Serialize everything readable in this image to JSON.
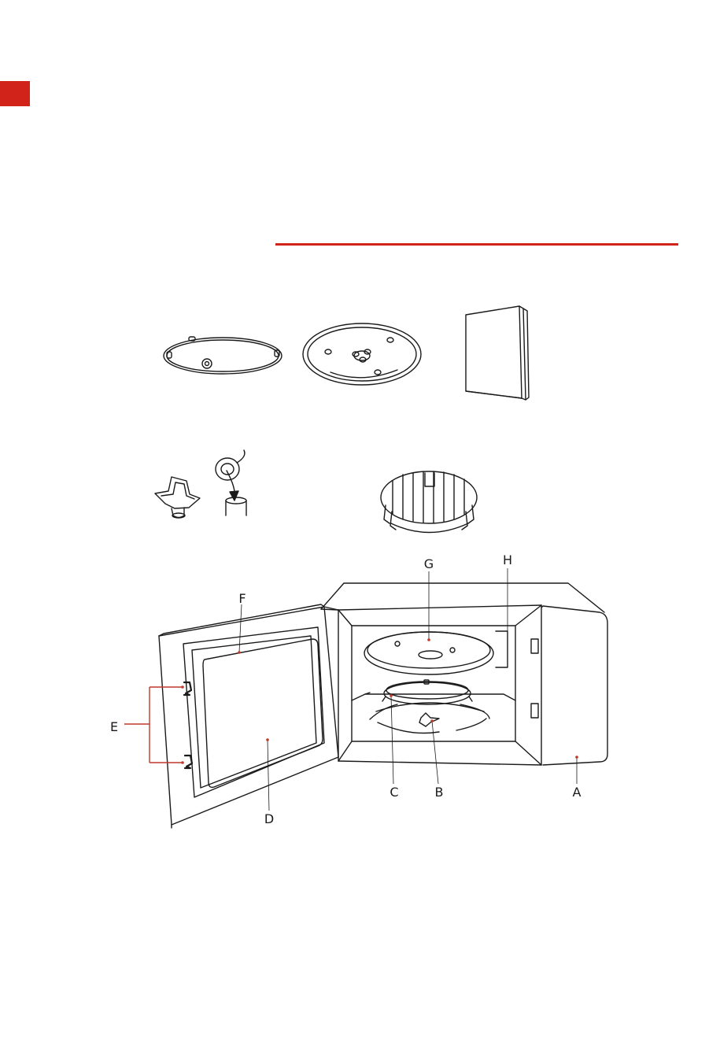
{
  "colors": {
    "accent": "#d2231b",
    "line": "#1a1a1a",
    "leader": "#c0392b"
  },
  "diagram": {
    "labels": {
      "A": "A",
      "B": "B",
      "C": "C",
      "D": "D",
      "E": "E",
      "F": "F",
      "G": "G",
      "H": "H"
    }
  }
}
